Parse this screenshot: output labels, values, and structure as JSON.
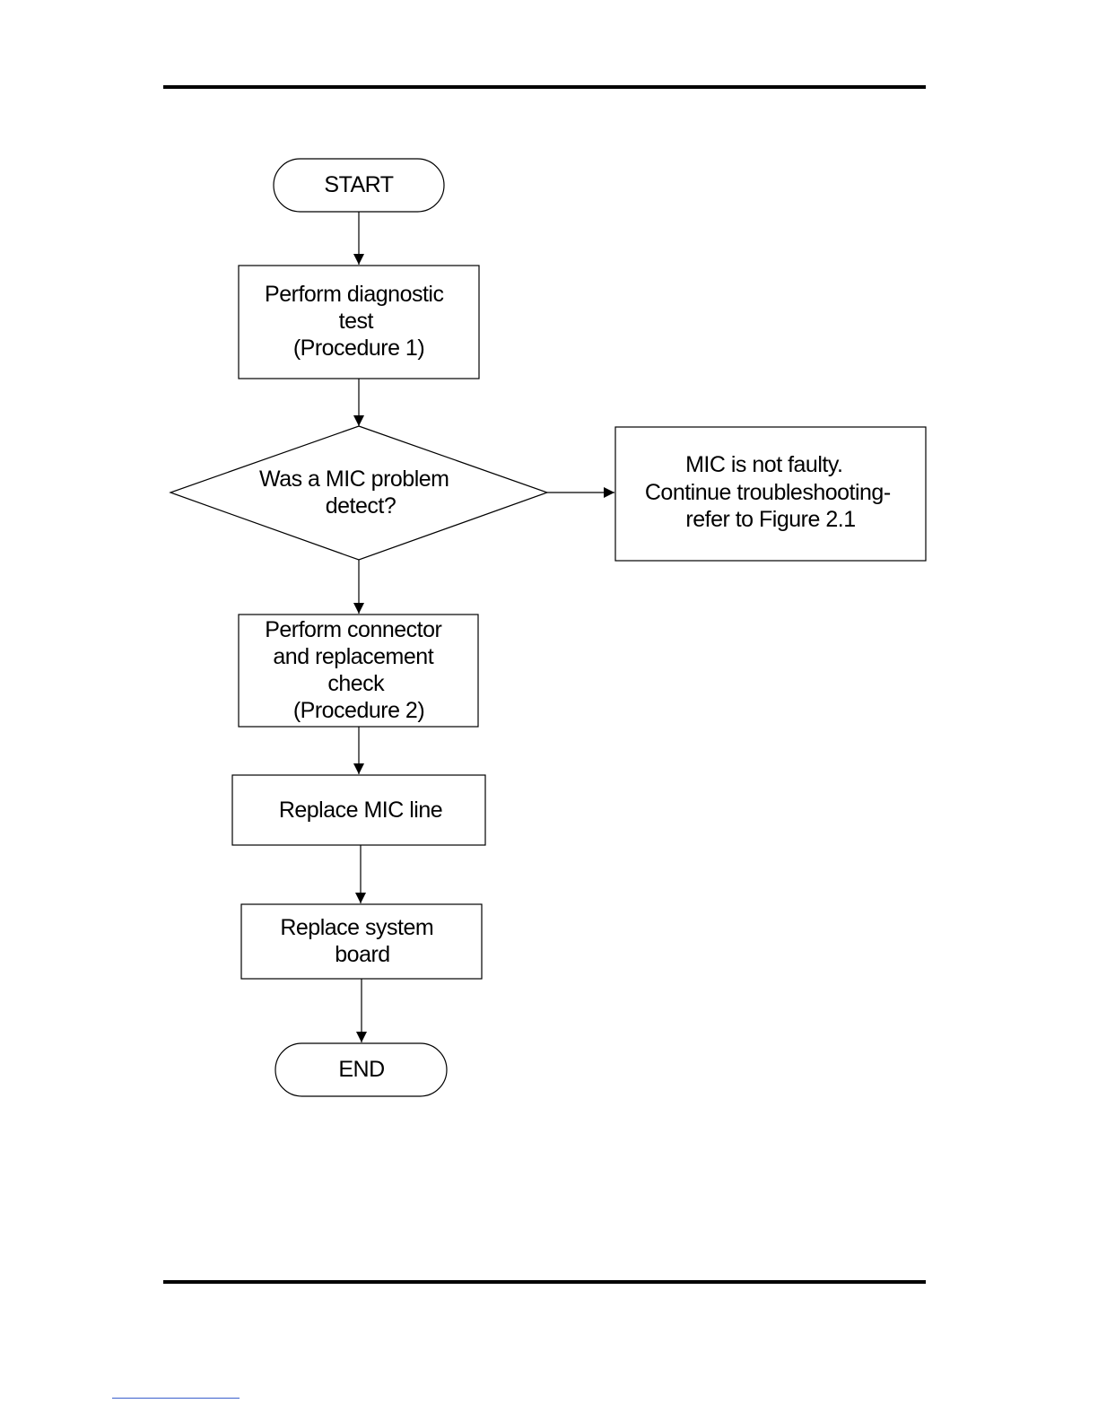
{
  "flowchart": {
    "nodes": {
      "start": {
        "type": "terminator",
        "lines": [
          "START"
        ]
      },
      "diagnostic": {
        "type": "process",
        "lines": [
          "Perform diagnostic",
          "test",
          "(Procedure 1)"
        ]
      },
      "decision": {
        "type": "decision",
        "lines": [
          "Was a MIC problem",
          "detect?"
        ]
      },
      "not_faulty": {
        "type": "process",
        "lines": [
          "MIC is not faulty.",
          "Continue troubleshooting-",
          "refer to Figure 2.1"
        ]
      },
      "connector_check": {
        "type": "process",
        "lines": [
          "Perform connector",
          "and replacement",
          "check",
          "(Procedure 2)"
        ]
      },
      "replace_mic": {
        "type": "process",
        "lines": [
          "Replace MIC line"
        ]
      },
      "replace_board": {
        "type": "process",
        "lines": [
          "Replace system",
          "board"
        ]
      },
      "end": {
        "type": "terminator",
        "lines": [
          "END"
        ]
      }
    },
    "edges": [
      {
        "from": "start",
        "to": "diagnostic"
      },
      {
        "from": "diagnostic",
        "to": "decision"
      },
      {
        "from": "decision",
        "to": "not_faulty"
      },
      {
        "from": "decision",
        "to": "connector_check"
      },
      {
        "from": "connector_check",
        "to": "replace_mic"
      },
      {
        "from": "replace_mic",
        "to": "replace_board"
      },
      {
        "from": "replace_board",
        "to": "end"
      }
    ]
  }
}
